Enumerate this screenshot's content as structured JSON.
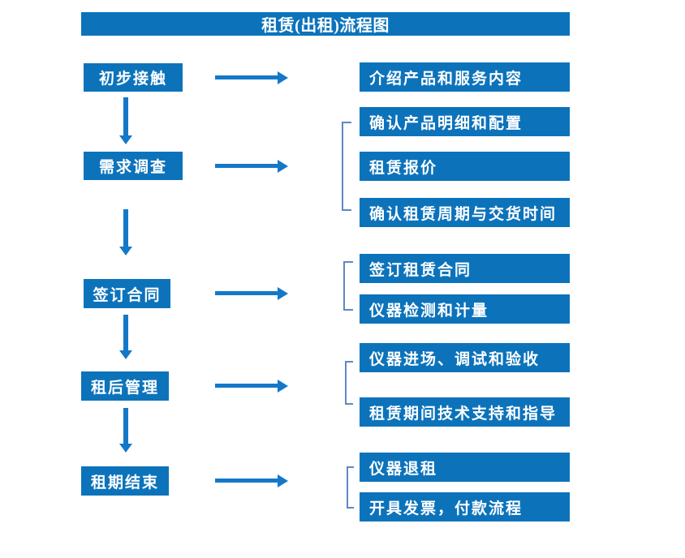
{
  "title": "租赁(出租)流程图",
  "colors": {
    "box": "#0c73bb",
    "arrow": "#1478c9",
    "bracket": "#5e88c4",
    "text": "#ffffff"
  },
  "steps": [
    {
      "label": "初步接触",
      "details": [
        "介绍产品和服务内容"
      ]
    },
    {
      "label": "需求调查",
      "details": [
        "确认产品明细和配置",
        "租赁报价",
        "确认租赁周期与交货时间"
      ]
    },
    {
      "label": "签订合同",
      "details": [
        "签订租赁合同",
        "仪器检测和计量"
      ]
    },
    {
      "label": "租后管理",
      "details": [
        "仪器进场、调试和验收",
        "租赁期间技术支持和指导"
      ]
    },
    {
      "label": "租期结束",
      "details": [
        "仪器退租",
        "开具发票，付款流程"
      ]
    }
  ]
}
